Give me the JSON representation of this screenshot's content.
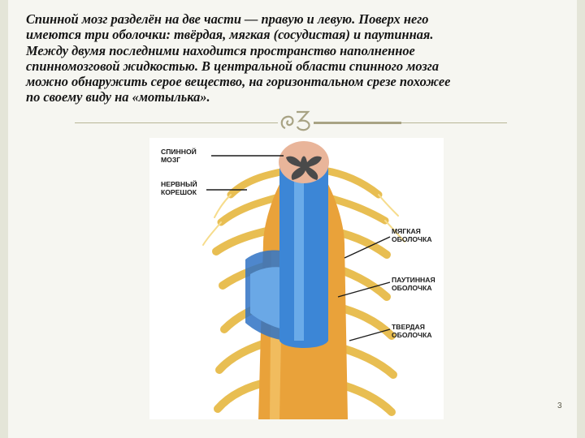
{
  "paragraph": "Спинной мозг разделён на две части — правую и левую. Поверх него\nимеются три оболочки: твёрдая, мягкая (сосудистая) и паутинная.\nМежду двумя последними находится пространство наполненное\nспинномозговой жидкостью. В центральной области спинного мозга\nможно обнаружить серое вещество, на горизонтальном срезе похожее\nпо своему виду на «мотылька».",
  "ornament_icon": "scroll-ornament-icon",
  "diagram": {
    "labels": {
      "spinal_cord": "СПИННОЙ\nМОЗГ",
      "nerve_root": "НЕРВНЫЙ\nКОРЕШОК",
      "pia_mater": "МЯГКАЯ\nОБОЛОЧКА",
      "arachnoid": "ПАУТИННАЯ\nОБОЛОЧКА",
      "dura_mater": "ТВЕРДАЯ\nОБОЛОЧКА"
    },
    "colors": {
      "dura": "#e9a23a",
      "spinal_cord": "#3c86d6",
      "nerve": "#e8be52",
      "grey_matter": "#4a4a4a",
      "white_matter": "#e9b59a"
    }
  },
  "page_number": "3"
}
